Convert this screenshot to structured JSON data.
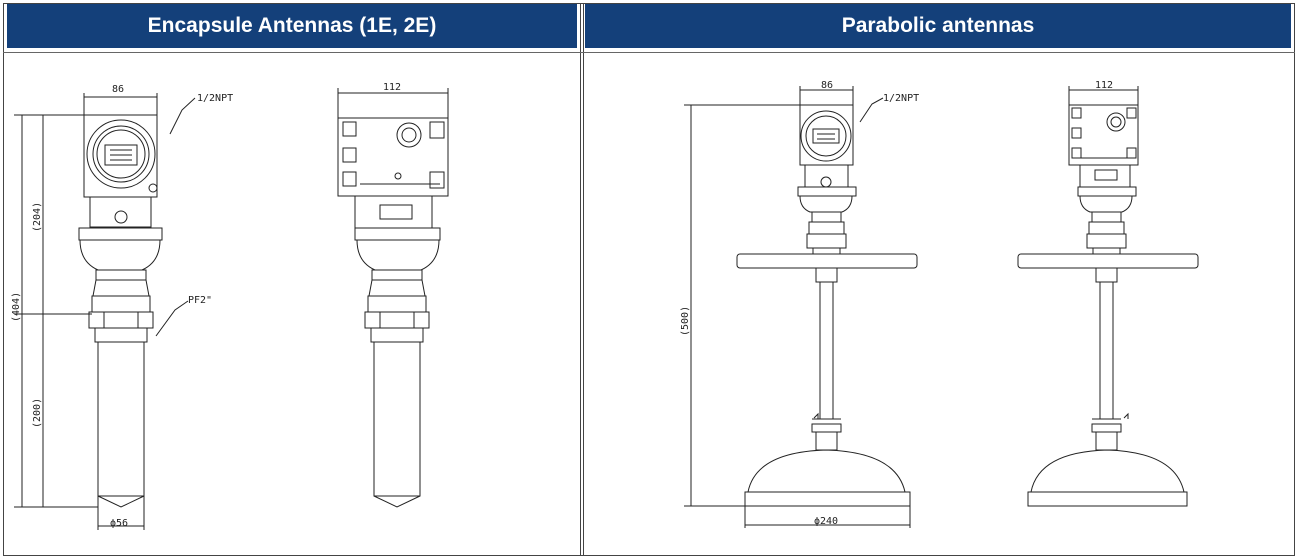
{
  "panels": {
    "left": {
      "title": "Encapsule Antennas (1E, 2E)",
      "labels": {
        "width_front": "86",
        "width_side": "112",
        "thread_top": "1/2NPT",
        "thread_mid": "PF2\"",
        "height_upper": "(204)",
        "height_total": "(404)",
        "height_lower": "(200)",
        "diameter": "ϕ56"
      }
    },
    "right": {
      "title": "Parabolic antennas",
      "labels": {
        "width_front": "86",
        "width_side": "112",
        "thread_top": "1/2NPT",
        "height_total": "(500)",
        "diameter": "ϕ240"
      }
    }
  },
  "colors": {
    "header_bg": "#14407a",
    "header_text": "#ffffff",
    "line": "#222222"
  }
}
